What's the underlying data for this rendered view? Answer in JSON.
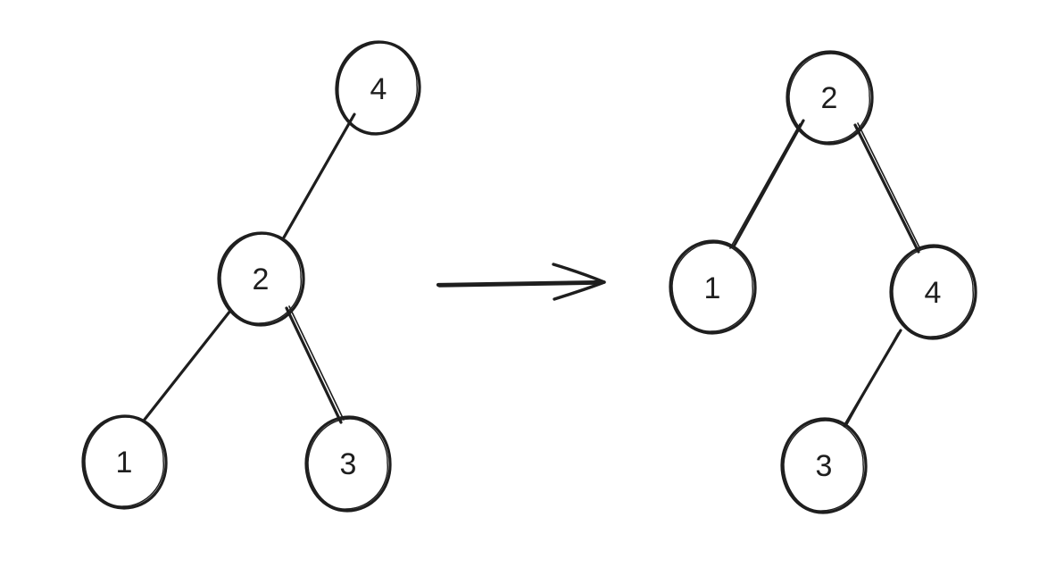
{
  "colors": {
    "ink": "#1e1e1e",
    "background": "#ffffff"
  },
  "before_tree": {
    "root": "4",
    "nodes": [
      {
        "id": "b4",
        "label": "4"
      },
      {
        "id": "b2",
        "label": "2"
      },
      {
        "id": "b1",
        "label": "1"
      },
      {
        "id": "b3",
        "label": "3"
      }
    ],
    "edges": [
      {
        "from": "4",
        "to": "2"
      },
      {
        "from": "2",
        "to": "1"
      },
      {
        "from": "2",
        "to": "3"
      }
    ]
  },
  "transition_arrow": {
    "icon": "right-arrow-icon"
  },
  "after_tree": {
    "root": "2",
    "nodes": [
      {
        "id": "a2",
        "label": "2"
      },
      {
        "id": "a1",
        "label": "1"
      },
      {
        "id": "a4",
        "label": "4"
      },
      {
        "id": "a3",
        "label": "3"
      }
    ],
    "edges": [
      {
        "from": "2",
        "to": "1"
      },
      {
        "from": "2",
        "to": "4"
      },
      {
        "from": "4",
        "to": "3"
      }
    ]
  }
}
